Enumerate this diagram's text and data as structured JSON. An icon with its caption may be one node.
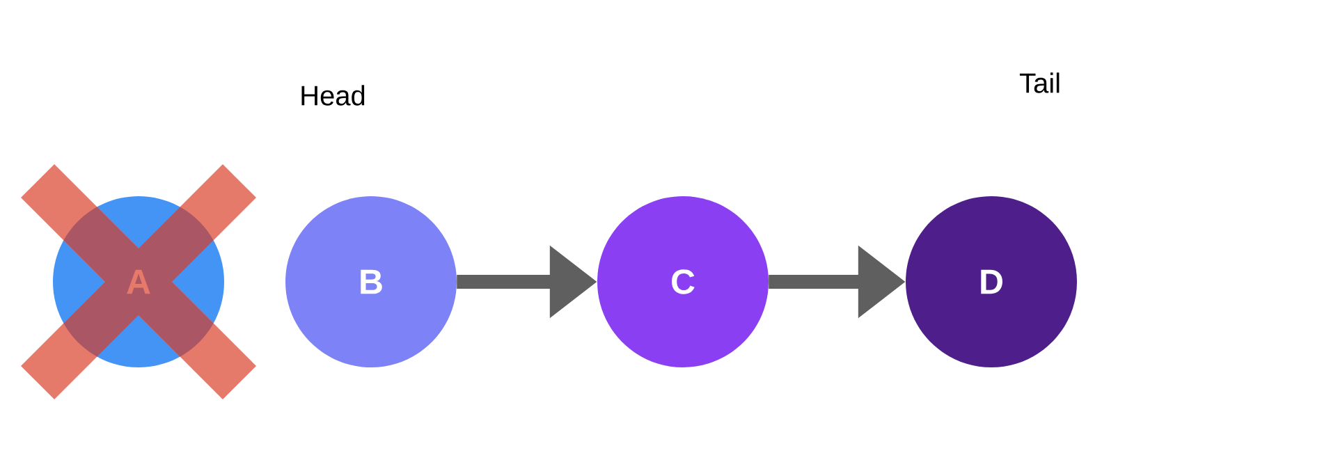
{
  "diagram": {
    "nodes": [
      {
        "text": [
          "A"
        ]
      },
      {
        "text": [
          "B"
        ],
        "beside": [
          "Head"
        ]
      },
      {
        "text": [
          "C"
        ]
      },
      {
        "text": [
          "D"
        ],
        "beside": [
          "Tail"
        ]
      }
    ],
    "edges": [
      {
        "from": 1,
        "to": 2,
        "arrow": "to"
      },
      {
        "from": 2,
        "to": 3,
        "arrow": "to"
      }
    ]
  }
}
